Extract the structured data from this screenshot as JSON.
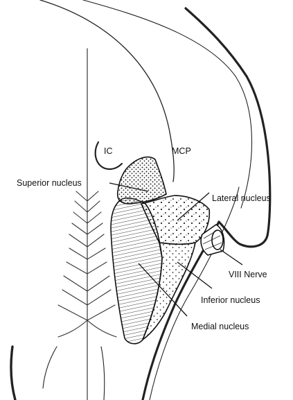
{
  "labels": {
    "ic": "IC",
    "mcp": "MCP",
    "superior_nucleus": "Superior nucleus",
    "lateral_nucleus": "Lateral nucleus",
    "viii_nerve": "VIII Nerve",
    "inferior_nucleus": "Inferior nucleus",
    "medial_nucleus": "Medial nucleus"
  },
  "colors": {
    "ink": "#111111",
    "background": "#ffffff"
  }
}
